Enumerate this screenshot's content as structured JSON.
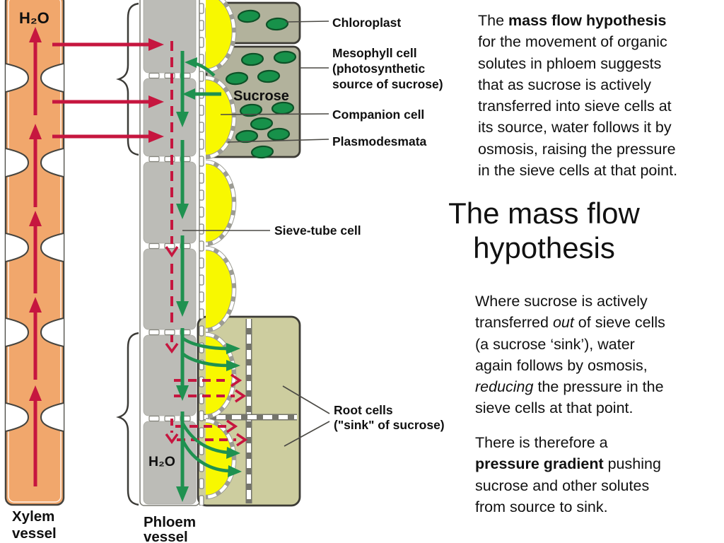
{
  "colors": {
    "background": "#ffffff",
    "xylem_orange": "#f1a76c",
    "arrow_red": "#c6163f",
    "phloem_gray": "#bcbcb7",
    "cell_yellow": "#f8f800",
    "mesophyll_gray_green": "#b2b29c",
    "root_olive": "#cdcd9f",
    "chloroplast_green": "#17914a",
    "arrow_green": "#1f9150",
    "text_black": "#111111"
  },
  "diagram": {
    "xylem_h2o_label": "H₂O",
    "phloem_h2o_label": "H₂O",
    "xylem_vessel_line1": "Xylem",
    "xylem_vessel_line2": "vessel",
    "phloem_vessel_line1": "Phloem",
    "phloem_vessel_line2": "vessel",
    "labels": {
      "chloroplast": "Chloroplast",
      "mesophyll_line1": "Mesophyll cell",
      "mesophyll_line2": "(photosynthetic",
      "mesophyll_line3": "source of sucrose)",
      "sucrose": "Sucrose",
      "companion_cell": "Companion cell",
      "plasmodesmata": "Plasmodesmata",
      "sieve_tube_cell": "Sieve-tube cell",
      "root_cells_line1": "Root cells",
      "root_cells_line2": "(\"sink\" of sucrose)"
    }
  },
  "right_panel": {
    "title": {
      "line1": "The mass flow",
      "line2": "hypothesis"
    },
    "paragraphs": [
      {
        "id": "intro",
        "lines": [
          [
            {
              "t": "The ",
              "s": "n"
            },
            {
              "t": "mass flow hypothesis",
              "s": "b"
            }
          ],
          [
            {
              "t": "for the movement of organic",
              "s": "n"
            }
          ],
          [
            {
              "t": "solutes in phloem suggests",
              "s": "n"
            }
          ],
          [
            {
              "t": "that as sucrose is actively",
              "s": "n"
            }
          ],
          [
            {
              "t": "transferred into sieve cells at",
              "s": "n"
            }
          ],
          [
            {
              "t": "its source, water follows it by",
              "s": "n"
            }
          ],
          [
            {
              "t": "osmosis, raising the pressure",
              "s": "n"
            }
          ],
          [
            {
              "t": "in the sieve cells at that point.",
              "s": "n"
            }
          ]
        ]
      },
      {
        "id": "sink",
        "lines": [
          [
            {
              "t": "Where sucrose is actively",
              "s": "n"
            }
          ],
          [
            {
              "t": "transferred ",
              "s": "n"
            },
            {
              "t": "out",
              "s": "i"
            },
            {
              "t": " of sieve cells",
              "s": "n"
            }
          ],
          [
            {
              "t": "(a sucrose ‘sink’), water",
              "s": "n"
            }
          ],
          [
            {
              "t": "again follows by osmosis,",
              "s": "n"
            }
          ],
          [
            {
              "t": "reducing",
              "s": "i"
            },
            {
              "t": " the pressure in the",
              "s": "n"
            }
          ],
          [
            {
              "t": "sieve cells at that point.",
              "s": "n"
            }
          ]
        ]
      },
      {
        "id": "gradient",
        "lines": [
          [
            {
              "t": "There is therefore a",
              "s": "n"
            }
          ],
          [
            {
              "t": "pressure gradient",
              "s": "b"
            },
            {
              "t": " pushing",
              "s": "n"
            }
          ],
          [
            {
              "t": "sucrose and other solutes",
              "s": "n"
            }
          ],
          [
            {
              "t": "from source to sink.",
              "s": "n"
            }
          ]
        ]
      }
    ]
  }
}
